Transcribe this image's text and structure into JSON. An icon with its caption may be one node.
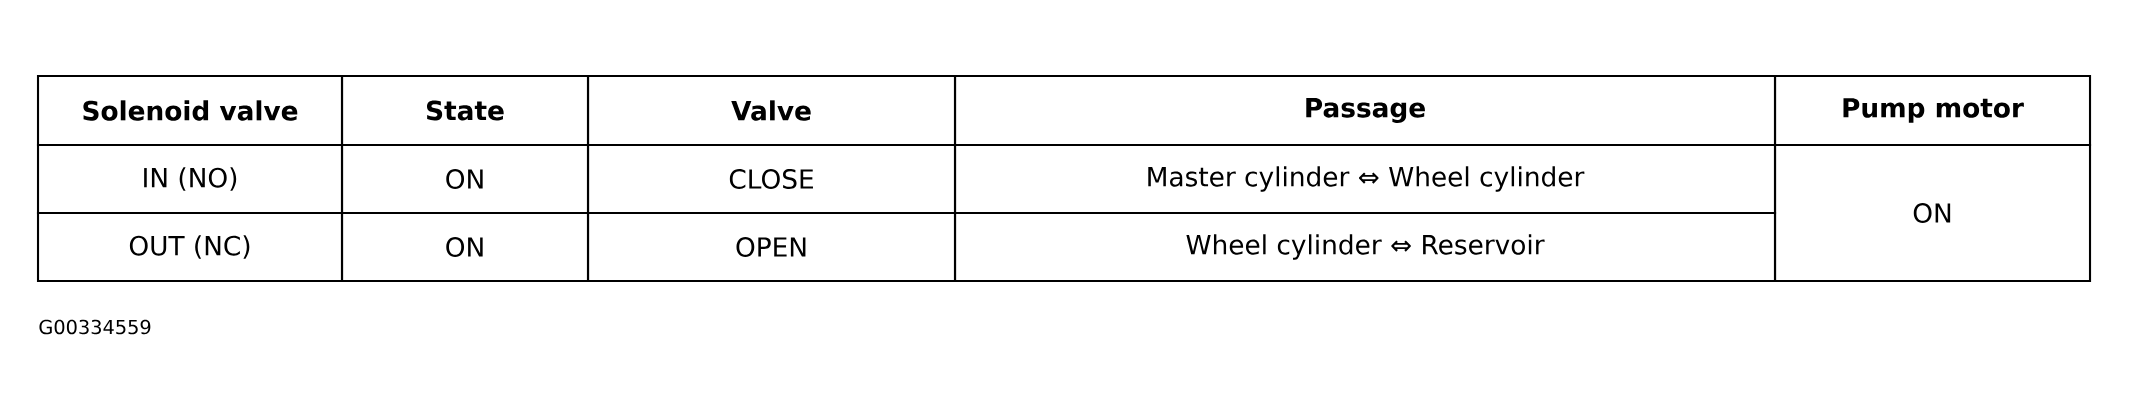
{
  "diagram": {
    "labels": [
      "Solenoid valve",
      "State",
      "Valve",
      "Passage",
      "Pump motor",
      "IN (NO)",
      "ON",
      "CLOSE",
      "Master cylinder ⇔ Wheel cylinder",
      "ON",
      "OUT (NC)",
      "ON",
      "OPEN",
      "Wheel cylinder ⇔ Reservoir",
      "G00334559"
    ]
  }
}
